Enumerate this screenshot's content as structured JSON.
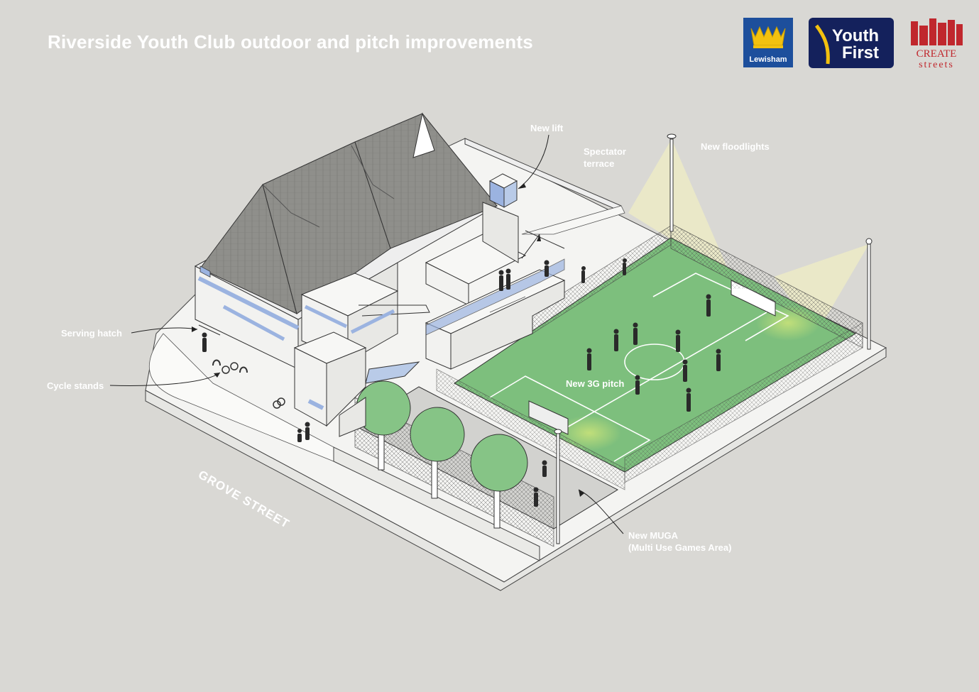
{
  "title": "Riverside Youth Club outdoor and pitch improvements",
  "logos": {
    "lewisham": {
      "text": "Lewisham",
      "bg": "#1d4f9c",
      "crown": "#f2c10f"
    },
    "youth_first": {
      "line1": "Youth",
      "line2": "First",
      "bg": "#14215c",
      "accent": "#f2c10f"
    },
    "create_streets": {
      "line1": "CREATE",
      "line2": "streets",
      "color": "#c0272d"
    }
  },
  "labels": {
    "new_lift": "New lift",
    "spectator_terrace_1": "Spectator",
    "spectator_terrace_2": "terrace",
    "new_floodlights": "New floodlights",
    "serving_hatch": "Serving hatch",
    "cycle_stands": "Cycle stands",
    "new_3g_pitch": "New 3G pitch",
    "new_muga_1": "New MUGA",
    "new_muga_2": "(Multi Use Games Area)",
    "grove_street": "GROVE STREET"
  },
  "colors": {
    "background": "#d9d8d4",
    "pitch": "#7dbf7d",
    "roof": "#8f8f8b",
    "tree": "#86c486",
    "glazing": "#9bb3e0"
  }
}
